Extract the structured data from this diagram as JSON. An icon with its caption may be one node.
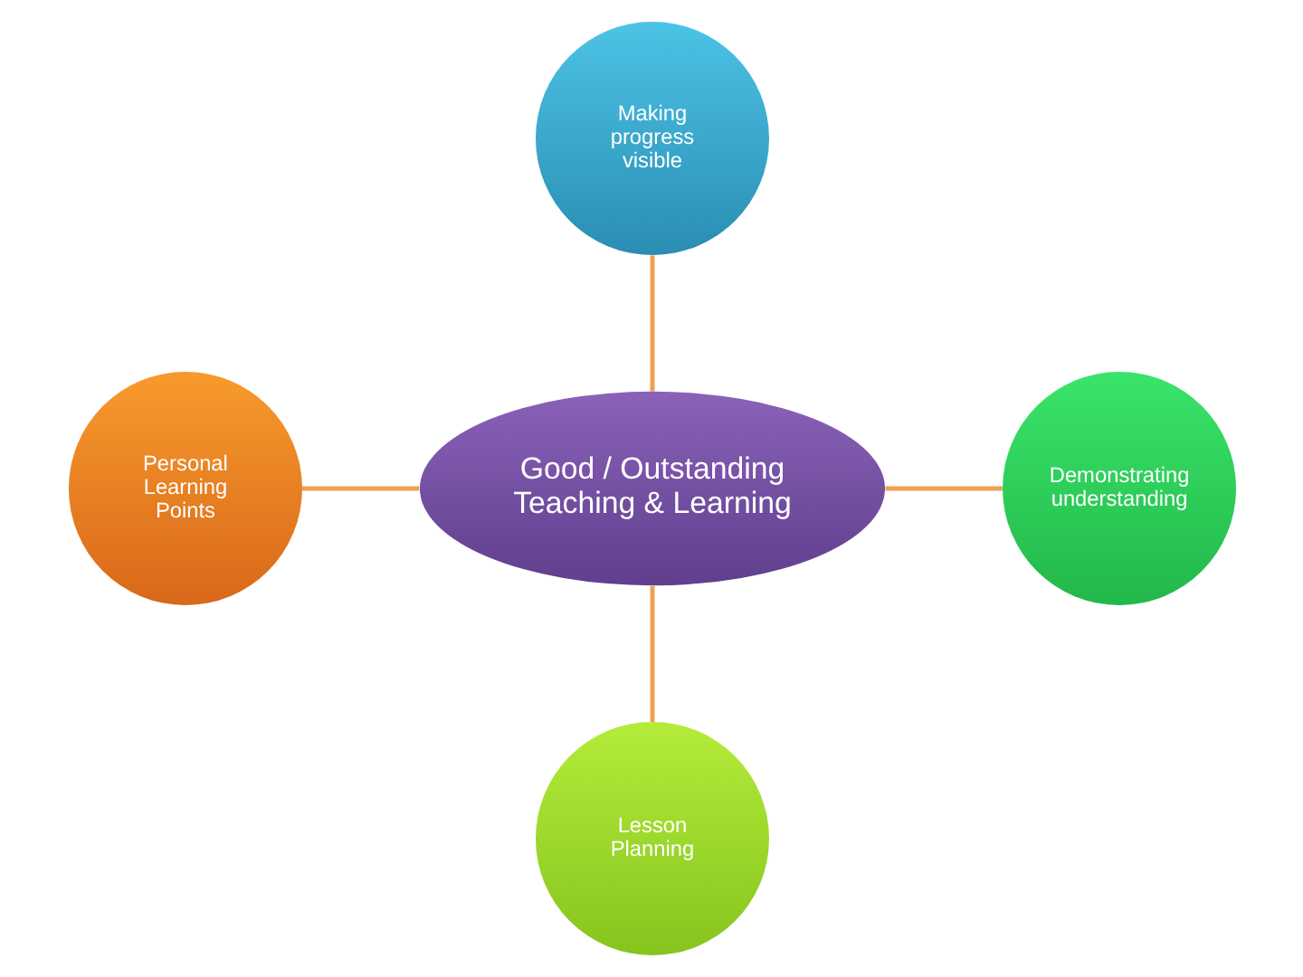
{
  "diagram": {
    "nodes": [
      {
        "text": [
          "Making progress visible"
        ]
      },
      {
        "text": [
          "Personal Learning Points"
        ]
      },
      {
        "text": [
          "Good / Outstanding Teaching & Learning"
        ]
      },
      {
        "text": [
          "Demonstrating understanding"
        ]
      },
      {
        "text": [
          "Lesson Planning"
        ]
      }
    ],
    "edges": [
      {
        "from": 0,
        "to": 2,
        "arrow": "none"
      },
      {
        "from": 1,
        "to": 2,
        "arrow": "none"
      },
      {
        "from": 2,
        "to": 3,
        "arrow": "none"
      },
      {
        "from": 2,
        "to": 4,
        "arrow": "none"
      }
    ]
  }
}
